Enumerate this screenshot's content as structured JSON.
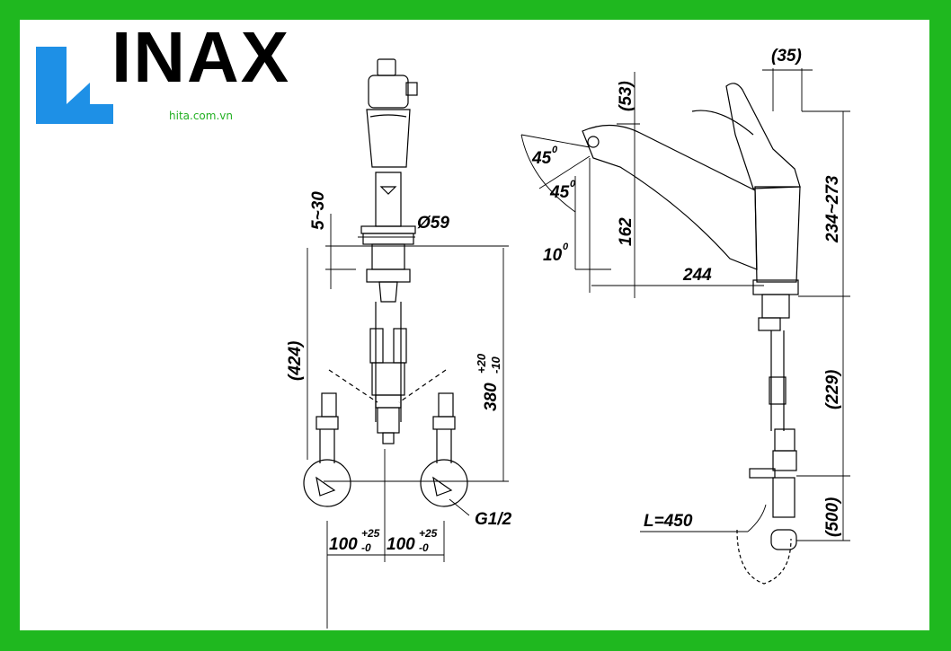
{
  "brand": {
    "name": "INAX",
    "website": "hita.com.vn",
    "colors": {
      "frame": "#1fb81f",
      "logo_blue": "#1e90e6",
      "website_text": "#22b022"
    }
  },
  "front_view": {
    "mount_thickness": "5~30",
    "body_diameter": "Ø59",
    "total_height": "(424)",
    "connection_height": "380",
    "connection_tol_plus": "+20",
    "connection_tol_minus": "-10",
    "thread": "G1/2",
    "spacing_left": "100",
    "spacing_right": "100",
    "spacing_tol_plus": "+25",
    "spacing_tol_minus": "-0"
  },
  "side_view": {
    "lever_offset": "(35)",
    "spout_top": "(53)",
    "angle_up": "45",
    "angle_down": "45",
    "angle_tilt": "10",
    "degree_mark": "0",
    "spout_height": "162",
    "spout_reach": "244",
    "body_height": "234~273",
    "under_height": "(229)",
    "hose_drop": "(500)",
    "hose_length": "L=450"
  }
}
